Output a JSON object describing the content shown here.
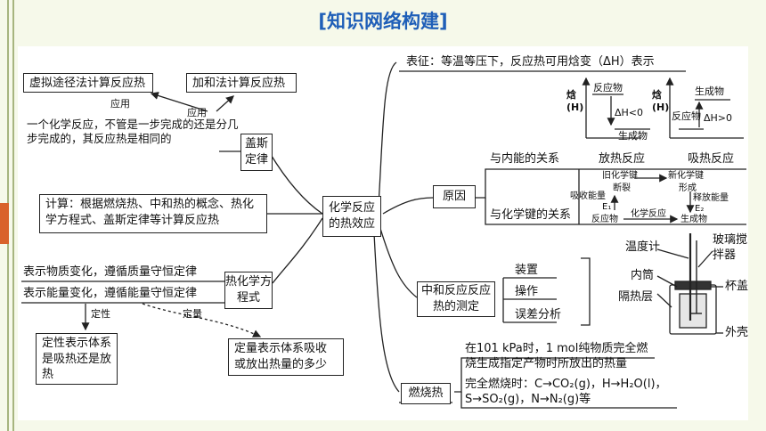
{
  "title": "[知识网络构建]",
  "center_node": "化学反应的热效应",
  "hess": {
    "node": "盖斯定律",
    "virtual_path": "虚拟途径法计算反应热",
    "addition": "加和法计算反应热",
    "apply_label_1": "应用",
    "apply_label_2": "应用",
    "statement": "一个化学反应，不管是一步完成的还是分几步完成的，其反应热是相同的"
  },
  "calculation": "计算：根据燃烧热、中和热的概念、热化学方程式、盖斯定律等计算反应热",
  "thermo_equation": {
    "node": "热化学方程式",
    "mass_line": "表示物质变化，遵循质量守恒定律",
    "energy_line": "表示能量变化，遵循能量守恒定律",
    "qualitative_label": "定性",
    "quantitative_label": "定量",
    "qualitative_box": "定性表示体系是吸热还是放热",
    "quantitative_box": "定量表示体系吸收或放出热量的多少"
  },
  "representation": {
    "text": "表征：等温等压下，反应热可用焓变（ΔH）表示",
    "axis_label": "焓(H)",
    "exo_reactant": "反应物",
    "exo_dh": "ΔH<0",
    "exo_product": "生成物",
    "endo_product": "生成物",
    "endo_reactant": "反应物",
    "endo_dh": "ΔH>0"
  },
  "cause": {
    "node": "原因",
    "internal_energy": "与内能的关系",
    "exothermic": "放热反应",
    "endothermic": "吸热反应",
    "bond_relation": "与化学键的关系",
    "old_bond": "旧化学键",
    "break": "断裂",
    "new_bond": "新化学键",
    "form": "形成",
    "absorb": "吸收能量",
    "e1": "E₁",
    "release": "释放能量",
    "e2": "E₂",
    "reactant": "反应物",
    "chem_reaction": "化学反应",
    "product": "生成物"
  },
  "neutralization": {
    "node": "中和反应反应热的测定",
    "device": "装置",
    "operation": "操作",
    "error": "误差分析",
    "thermometer": "温度计",
    "stirrer": "玻璃搅拌器",
    "inner": "内筒",
    "lid": "杯盖",
    "insulation": "隔热层",
    "shell": "外壳"
  },
  "combustion": {
    "node": "燃烧热",
    "definition": "在101 kPa时，1 mol纯物质完全燃烧生成指定产物时所放出的热量",
    "complete": "完全燃烧时：C→CO₂(g)，H→H₂O(l)，S→SO₂(g)，N→N₂(g)等"
  },
  "colors": {
    "title": "#1f5fb8",
    "accent": "#d9622b",
    "frame": "#a7b57f"
  }
}
